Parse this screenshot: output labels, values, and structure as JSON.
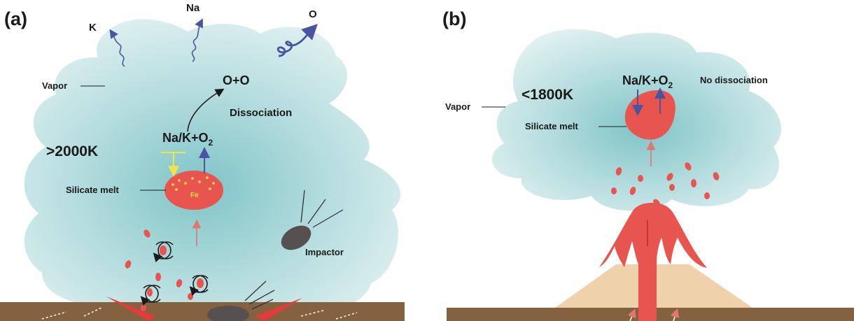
{
  "panel_a": {
    "label": "(a)",
    "escape": {
      "k": "K",
      "na": "Na",
      "o": "O"
    },
    "vapor": "Vapor",
    "temperature": ">2000K",
    "product": "O+O",
    "dissociation": "Dissociation",
    "reaction_main": "Na/K+O",
    "reaction_sub": "2",
    "melt": "Silicate melt",
    "iron": "Fe",
    "impactor": "Impactor"
  },
  "panel_b": {
    "label": "(b)",
    "vapor": "Vapor",
    "temperature": "<1800K",
    "reaction_main": "Na/K+O",
    "reaction_sub": "2",
    "no_dissociation": "No dissociation",
    "melt": "Silicate melt"
  },
  "colors": {
    "vapor_center": "#7fc4c7",
    "vapor_edge": "#dff0f0",
    "melt": "#e8544e",
    "ground": "#84623f",
    "volcano": "#efd2ab",
    "impactor": "#575050",
    "arrow_blue": "#4a55a2",
    "arrow_yellow": "#f1e34a"
  }
}
